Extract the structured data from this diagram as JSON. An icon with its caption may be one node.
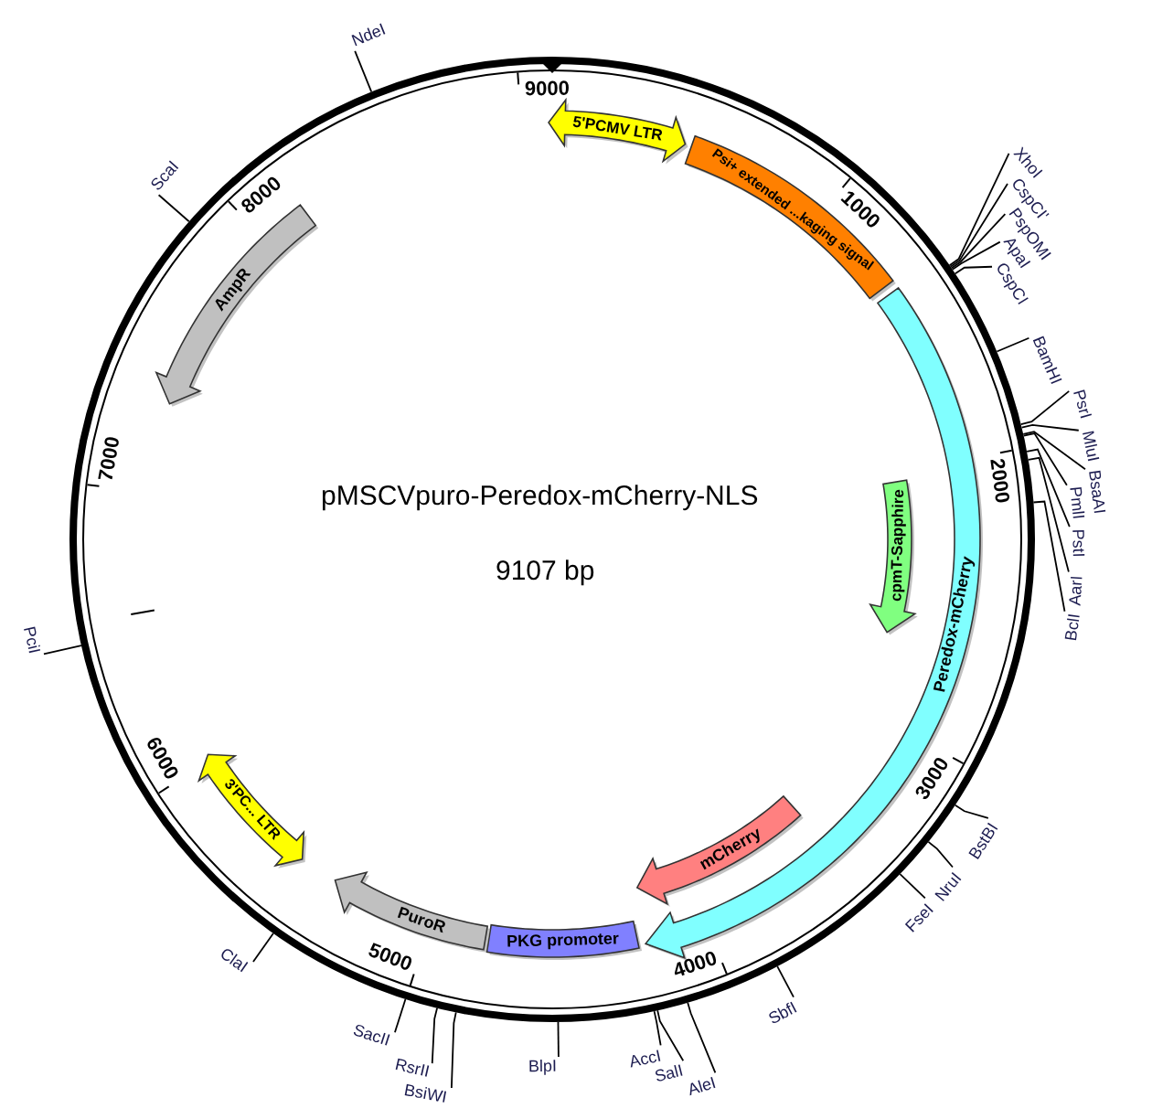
{
  "diagram": {
    "title": "pMSCVpuro-Peredox-mCherry-NLS",
    "nodes": [
      {
        "text": [],
        "shape": "circle"
      },
      {
        "text": [
          "5'PCMV LTR"
        ],
        "in": 0
      },
      {
        "text": [
          "Psi+ extended ...kaging signal"
        ],
        "in": 0
      },
      {
        "text": [
          "Peredox-mCherry"
        ],
        "in": 0
      },
      {
        "text": [
          "cpmT-Sapphire"
        ],
        "in": 0
      },
      {
        "text": [
          "mCherry"
        ],
        "in": 0
      },
      {
        "text": [
          "PKG promoter"
        ],
        "in": 0
      },
      {
        "text": [
          "PuroR"
        ],
        "in": 0
      },
      {
        "text": [
          "3'PC... LTR"
        ],
        "in": 0
      },
      {
        "text": [
          "AmpR"
        ],
        "in": 0
      },
      {
        "text": [
          "NdeI"
        ]
      },
      {
        "text": [
          "XhoI"
        ]
      },
      {
        "text": [
          "CspCI'"
        ]
      },
      {
        "text": [
          "PspOMI"
        ]
      },
      {
        "text": [
          "ApaI"
        ]
      },
      {
        "text": [
          "CspCI"
        ]
      },
      {
        "text": [
          "BamHI"
        ]
      },
      {
        "text": [
          "PsrI"
        ]
      },
      {
        "text": [
          "MluI"
        ]
      },
      {
        "text": [
          "BsaAI"
        ]
      },
      {
        "text": [
          "PmlI"
        ]
      },
      {
        "text": [
          "PstI"
        ]
      },
      {
        "text": [
          "AarI"
        ]
      },
      {
        "text": [
          "BclI"
        ]
      },
      {
        "text": [
          "BstBI"
        ]
      },
      {
        "text": [
          "NruI"
        ]
      },
      {
        "text": [
          "FseI"
        ]
      },
      {
        "text": [
          "SbfI"
        ]
      },
      {
        "text": [
          "AleI"
        ]
      },
      {
        "text": [
          "SalI"
        ]
      },
      {
        "text": [
          "AccI"
        ]
      },
      {
        "text": [
          "BlpI"
        ]
      },
      {
        "text": [
          "BsiWI"
        ]
      },
      {
        "text": [
          "RsrII"
        ]
      },
      {
        "text": [
          "SacII"
        ]
      },
      {
        "text": [
          "ClaI"
        ]
      },
      {
        "text": [
          "PciI"
        ]
      },
      {
        "text": [
          "ScaI"
        ]
      }
    ],
    "edges": [
      {
        "from": 10,
        "to": 0,
        "arrow": "none"
      },
      {
        "from": 11,
        "to": 0,
        "arrow": "none"
      },
      {
        "from": 12,
        "to": 0,
        "arrow": "none"
      },
      {
        "from": 13,
        "to": 0,
        "arrow": "none"
      },
      {
        "from": 14,
        "to": 0,
        "arrow": "none"
      },
      {
        "from": 15,
        "to": 0,
        "arrow": "none"
      },
      {
        "from": 16,
        "to": 0,
        "arrow": "none"
      },
      {
        "from": 17,
        "to": 0,
        "arrow": "none"
      },
      {
        "from": 18,
        "to": 0,
        "arrow": "none"
      },
      {
        "from": 19,
        "to": 0,
        "arrow": "none"
      },
      {
        "from": 20,
        "to": 0,
        "arrow": "none"
      },
      {
        "from": 21,
        "to": 0,
        "arrow": "none"
      },
      {
        "from": 22,
        "to": 0,
        "arrow": "none"
      },
      {
        "from": 23,
        "to": 0,
        "arrow": "none"
      },
      {
        "from": 24,
        "to": 0,
        "arrow": "none"
      },
      {
        "from": 25,
        "to": 0,
        "arrow": "none"
      },
      {
        "from": 26,
        "to": 0,
        "arrow": "none"
      },
      {
        "from": 27,
        "to": 0,
        "arrow": "none"
      },
      {
        "from": 28,
        "to": 0,
        "arrow": "none"
      },
      {
        "from": 29,
        "to": 0,
        "arrow": "none"
      },
      {
        "from": 30,
        "to": 0,
        "arrow": "none"
      },
      {
        "from": 31,
        "to": 0,
        "arrow": "none"
      },
      {
        "from": 32,
        "to": 0,
        "arrow": "none"
      },
      {
        "from": 33,
        "to": 0,
        "arrow": "none"
      },
      {
        "from": 34,
        "to": 0,
        "arrow": "none"
      },
      {
        "from": 35,
        "to": 0,
        "arrow": "none"
      },
      {
        "from": 36,
        "to": 0,
        "arrow": "none"
      },
      {
        "from": 37,
        "to": 0,
        "arrow": "none"
      }
    ],
    "labels": [
      "9000",
      "1000",
      "2000",
      "3000",
      "4000",
      "5000",
      "6000",
      "7000",
      "8000",
      "9107 bp"
    ]
  }
}
